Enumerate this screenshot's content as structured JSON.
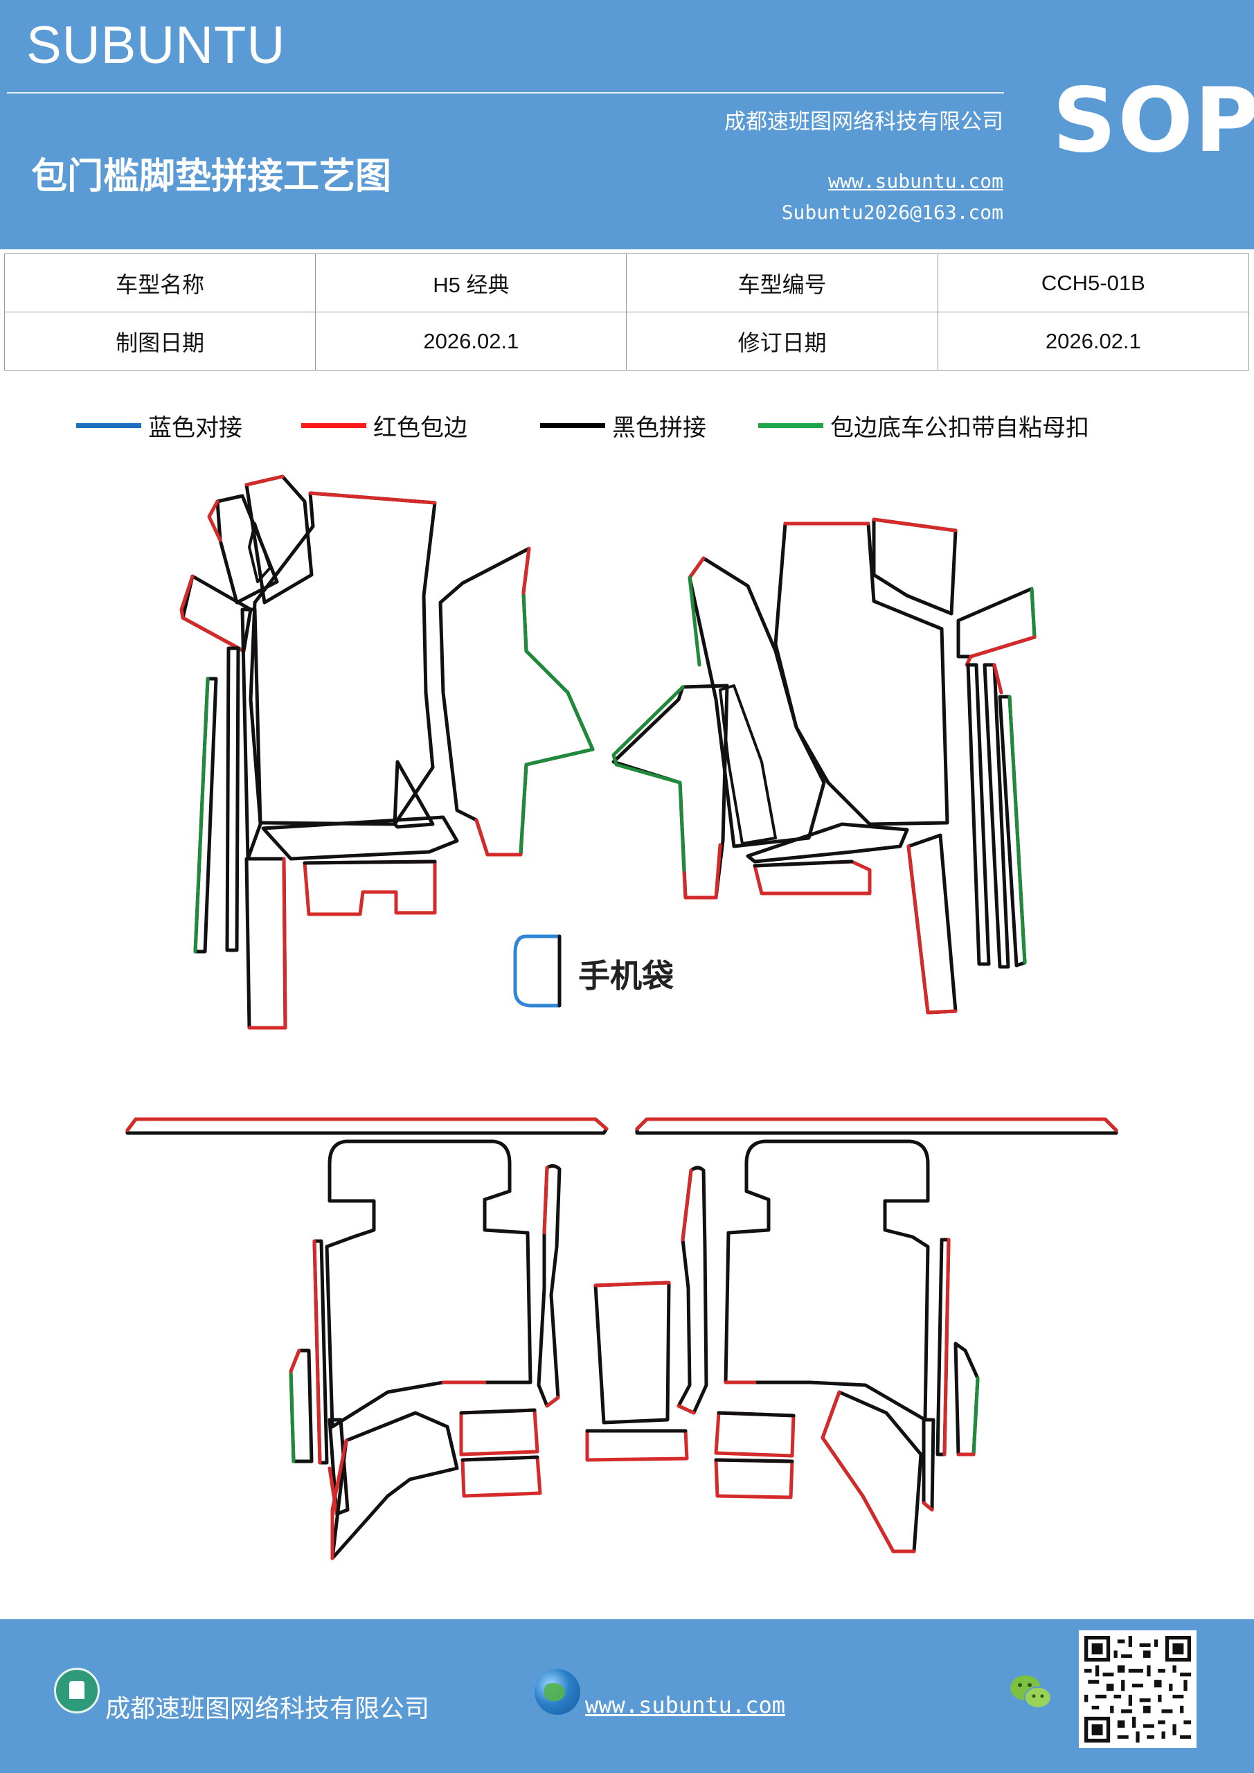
{
  "header": {
    "brand": "SUBUNTU",
    "sop": "SOP",
    "company": "成都速班图网络科技有限公司",
    "title": "包门槛脚垫拼接工艺图",
    "website": "www.subuntu.com",
    "email": "Subuntu2026@163.com"
  },
  "info_table": {
    "rows": [
      {
        "label1": "车型名称",
        "value1": "H5 经典",
        "label2": "车型编号",
        "value2": "CCH5-01B"
      },
      {
        "label1": "制图日期",
        "value1": "2026.02.1",
        "label2": "修订日期",
        "value2": "2026.02.1"
      }
    ]
  },
  "legend": [
    {
      "label": "蓝色对接",
      "color": "#1f6fc0"
    },
    {
      "label": "红色包边",
      "color": "#ff1a1a"
    },
    {
      "label": "黑色拼接",
      "color": "#000000"
    },
    {
      "label": "包边底车公扣带自粘母扣",
      "color": "#1fa64a"
    }
  ],
  "drawing": {
    "phone_bag_label": "手机袋",
    "colors": {
      "black": "#111111",
      "red": "#d42a2a",
      "green": "#1f8a3a",
      "blue": "#2f86d6"
    }
  },
  "footer": {
    "company": "成都速班图网络科技有限公司",
    "website": "www.subuntu.com"
  }
}
